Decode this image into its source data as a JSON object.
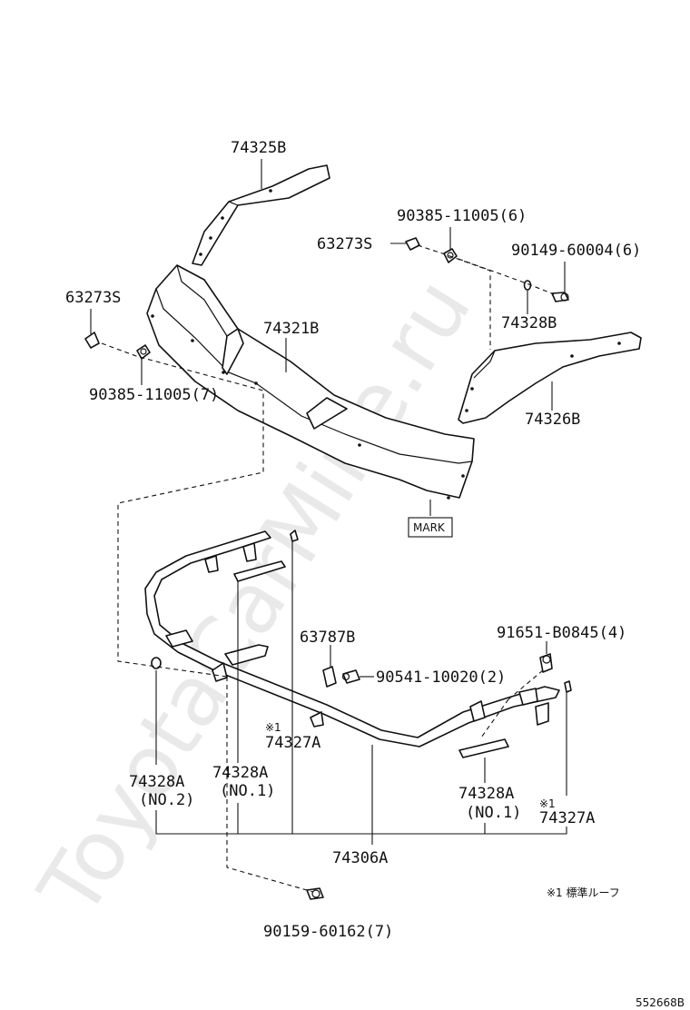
{
  "watermark": "ToyotaCarMine.ru",
  "labels": {
    "p74325B": "74325B",
    "p90385_6": "90385-11005(6)",
    "p63273S_top": "63273S",
    "p90149": "90149-60004(6)",
    "p63273S_left": "63273S",
    "p74321B": "74321B",
    "p74328B": "74328B",
    "p90385_7": "90385-11005(7)",
    "p74326B": "74326B",
    "mark": "MARK",
    "p91651": "91651-B0845(4)",
    "p63787B": "63787B",
    "p90541": "90541-10020(2)",
    "note_ref_1": "※1",
    "p74327A_1": "74327A",
    "p74328A_no2": "74328A",
    "no2": "(NO.2)",
    "p74328A_no1_left": "74328A",
    "no1_left": "(NO.1)",
    "p74328A_no1_right": "74328A",
    "no1_right": "(NO.1)",
    "note_ref_2": "※1",
    "p74327A_2": "74327A",
    "p74306A": "74306A",
    "footnote": "※1 標準ルーフ",
    "p90159": "90159-60162(7)",
    "diagram_id": "552668B"
  },
  "colors": {
    "line": "#111111",
    "background": "#ffffff",
    "watermark": "#e9e9e9"
  }
}
